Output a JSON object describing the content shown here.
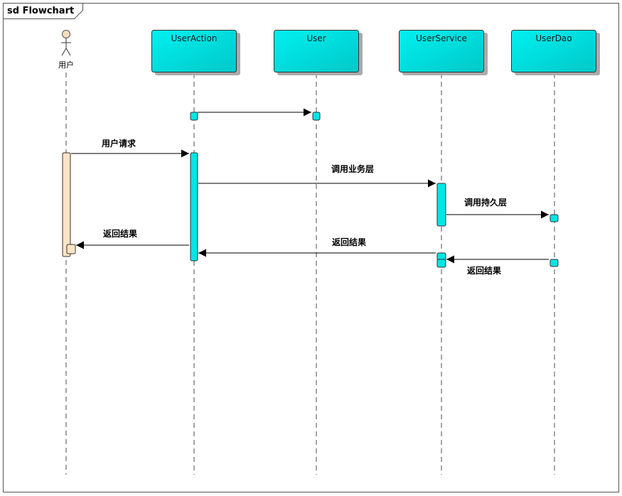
{
  "frame": {
    "title": "sd Flowchart"
  },
  "actor": {
    "name": "用户"
  },
  "lifelines": [
    {
      "id": "user-action",
      "name": "UserAction"
    },
    {
      "id": "user",
      "name": "User"
    },
    {
      "id": "user-service",
      "name": "UserService"
    },
    {
      "id": "user-dao",
      "name": "UserDao"
    }
  ],
  "messages": [
    {
      "from": "user-action",
      "to": "user",
      "label": ""
    },
    {
      "from": "actor",
      "to": "user-action",
      "label": "用户请求"
    },
    {
      "from": "user-action",
      "to": "user-service",
      "label": "调用业务层"
    },
    {
      "from": "user-service",
      "to": "user-dao",
      "label": "调用持久层"
    },
    {
      "from": "user-action",
      "to": "actor",
      "label": "返回结果"
    },
    {
      "from": "user-service",
      "to": "user-action",
      "label": "返回结果"
    },
    {
      "from": "user-dao",
      "to": "user-service",
      "label": "返回结果"
    }
  ],
  "colors": {
    "lifeline_fill": "#00e5e5",
    "activation_fill": "#00e5e5",
    "actor_activation_fill": "#fce3c6",
    "actor_head_fill": "#f5dcc0",
    "line": "#000000",
    "frame_border": "#666666"
  }
}
